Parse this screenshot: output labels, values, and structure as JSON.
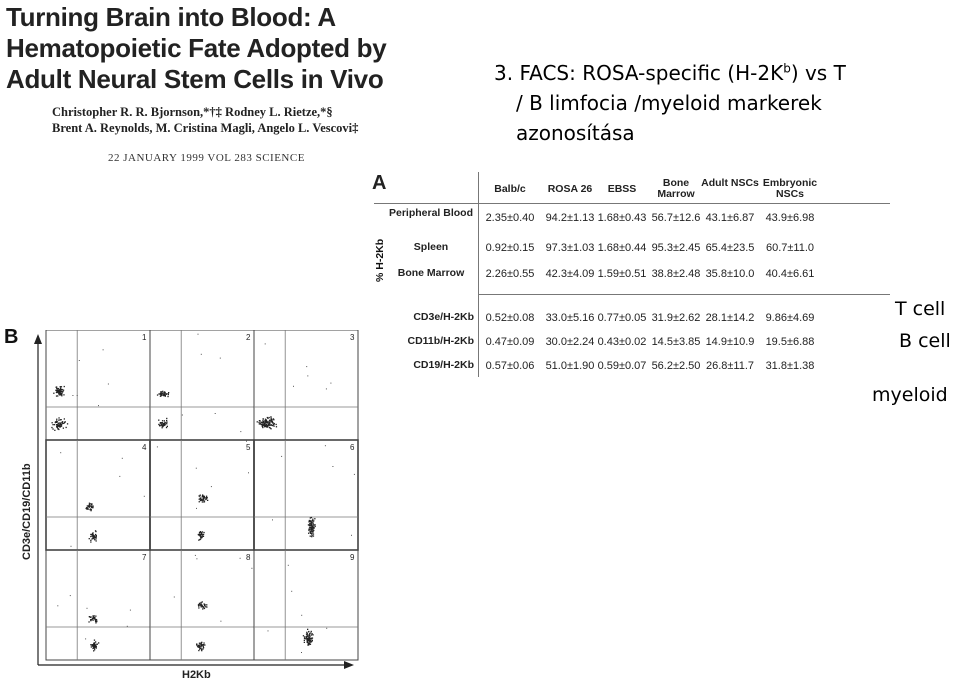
{
  "paper": {
    "title_lines": [
      "Turning Brain into Blood: A",
      "Hematopoietic Fate Adopted by",
      "Adult Neural Stem Cells in Vivo"
    ],
    "authors_lines": [
      "Christopher R. R. Bjornson,*†‡ Rodney L. Rietze,*§",
      "Brent A. Reynolds, M. Cristina Magli, Angelo L. Vescovi‡"
    ],
    "citation": "22 JANUARY 1999   VOL 283   SCIENCE"
  },
  "note": {
    "line1_pre": "3. FACS: ROSA-specific (H-2K",
    "line1_sup": "b",
    "line1_post": ") vs T",
    "line2": "/ B limfocia /myeloid markerek",
    "line3": "azonosítása"
  },
  "table_a": {
    "panel_label": "A",
    "y_axis_label": "% H-2Kb",
    "columns": [
      "Balb/c",
      "ROSA 26",
      "EBSS",
      "Bone Marrow",
      "Adult NSCs",
      "Embryonic NSCs"
    ],
    "rows_top": [
      {
        "label": "Peripheral Blood",
        "values": [
          "2.35±0.40",
          "94.2±1.13",
          "1.68±0.43",
          "56.7±12.6",
          "43.1±6.87",
          "43.9±6.98"
        ]
      },
      {
        "label": "Spleen",
        "values": [
          "0.92±0.15",
          "97.3±1.03",
          "1.68±0.44",
          "95.3±2.45",
          "65.4±23.5",
          "60.7±11.0"
        ]
      },
      {
        "label": "Bone Marrow",
        "values": [
          "2.26±0.55",
          "42.3±4.09",
          "1.59±0.51",
          "38.8±2.48",
          "35.8±10.0",
          "40.4±6.61"
        ]
      }
    ],
    "rows_bottom": [
      {
        "label": "CD3e/H-2Kb",
        "values": [
          "0.52±0.08",
          "33.0±5.16",
          "0.77±0.05",
          "31.9±2.62",
          "28.1±14.2",
          "9.86±4.69"
        ]
      },
      {
        "label": "CD11b/H-2Kb",
        "values": [
          "0.47±0.09",
          "30.0±2.24",
          "0.43±0.02",
          "14.5±3.85",
          "14.9±10.9",
          "19.5±6.88"
        ]
      },
      {
        "label": "CD19/H-2Kb",
        "values": [
          "0.57±0.06",
          "51.0±1.90",
          "0.59±0.07",
          "56.2±2.50",
          "26.8±11.7",
          "31.8±1.38"
        ]
      }
    ]
  },
  "cell_labels": {
    "t_cell": "T cell",
    "b_cell": "B cell",
    "myeloid": "myeloid"
  },
  "panel_b": {
    "panel_label": "B",
    "y_axis_label": "CD3e/CD19/CD11b",
    "x_axis_label": "H2Kb",
    "plot_numbers": [
      "1",
      "2",
      "3",
      "4",
      "5",
      "6",
      "7",
      "8",
      "9"
    ]
  },
  "colors": {
    "text": "#111111",
    "grid": "#555555",
    "dots": "#222222"
  }
}
